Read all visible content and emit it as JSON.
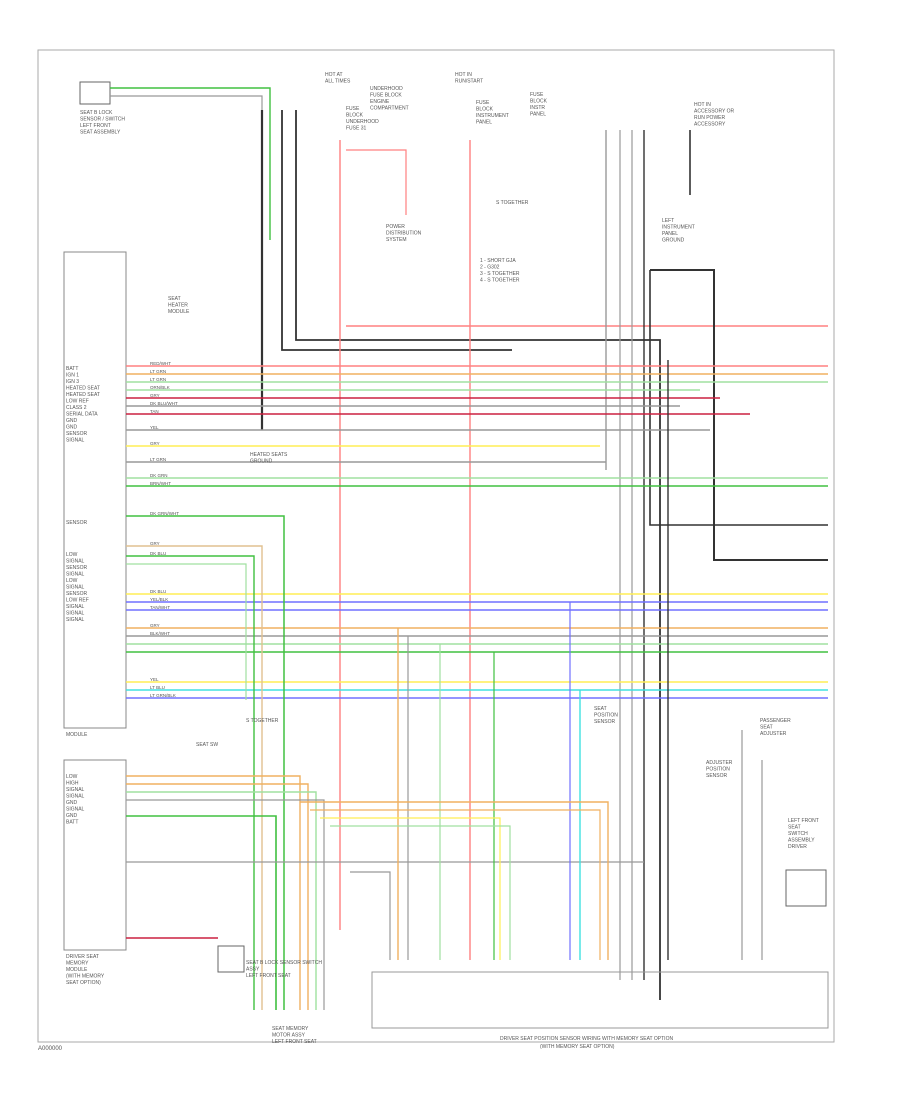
{
  "page_code": "A000000",
  "labels": {
    "sensor_top_left": [
      "SEAT B LOCK",
      "SENSOR / SWITCH",
      "LEFT FRONT",
      "SEAT ASSEMBLY"
    ],
    "fuse_block_a": [
      "HOT AT",
      "ALL TIMES"
    ],
    "fuse_block_a_desc": [
      "FUSE",
      "BLOCK",
      "UNDERHOOD",
      "FUSE 31"
    ],
    "fuse_block_a_side": [
      "UNDERHOOD",
      "FUSE BLOCK",
      "ENGINE",
      "COMPARTMENT"
    ],
    "fuse_block_b": [
      "HOT IN",
      "RUN/START"
    ],
    "fuse_block_b_desc": [
      "FUSE",
      "BLOCK",
      "INSTRUMENT",
      "PANEL"
    ],
    "fuse_block_b_side": [
      "FUSE",
      "BLOCK",
      "INSTR",
      "PANEL"
    ],
    "splice_ref": "S TOGETHER",
    "fuse_right": [
      "HOT IN",
      "ACCESSORY OR",
      "RUN POWER",
      "ACCESSORY"
    ],
    "power_mode": [
      "POWER",
      "DISTRIBUTION",
      "SYSTEM"
    ],
    "ground_list": [
      "1 - SHORT GJA",
      "2 - G302",
      "3 - S TOGETHER",
      "4 - S TOGETHER"
    ],
    "ground_right": [
      "LEFT",
      "INSTRUMENT",
      "PANEL",
      "GROUND"
    ],
    "connector_box_left": [
      "SEAT",
      "HEATER",
      "MODULE"
    ],
    "module_left_pins": [
      "BATT",
      "IGN 1",
      "IGN 3",
      "HEATED SEAT",
      "HEATED SEAT",
      "LOW REF",
      "CLASS 2",
      "SERIAL DATA",
      "GND",
      "GND",
      "SENSOR",
      "SIGNAL"
    ],
    "module_left_mid": [
      "SENSOR"
    ],
    "module_left_low": [
      "LOW",
      "SIGNAL",
      "SENSOR",
      "SIGNAL",
      "LOW",
      "SIGNAL",
      "SENSOR",
      "LOW REF",
      "SIGNAL",
      "SIGNAL",
      "SIGNAL"
    ],
    "module_left_name": "MODULE",
    "module_bottom_pins": [
      "LOW",
      "HIGH",
      "SIGNAL",
      "SIGNAL",
      "GND",
      "SIGNAL",
      "GND",
      "BATT"
    ],
    "module_bottom_name": [
      "DRIVER SEAT",
      "MEMORY",
      "MODULE",
      "(WITH MEMORY",
      "SEAT OPTION)"
    ],
    "connector_ref": "SEAT SW",
    "splice_mid": "S TOGETHER",
    "heater_ground": [
      "HEATED SEATS",
      "GROUND"
    ],
    "switch_bottom": [
      "SEAT B LOCK SENSOR SWITCH",
      "ASSY",
      "LEFT FRONT SEAT"
    ],
    "motor_assembly": [
      "SEAT MEMORY",
      "MOTOR ASSY",
      "LEFT FRONT SEAT"
    ],
    "bottom_connector_title": "DRIVER SEAT POSITION SENSOR WIRING WITH MEMORY SEAT OPTION",
    "bottom_connector_subtitle": "(WITH MEMORY SEAT OPTION)",
    "right_switch": [
      "LEFT FRONT",
      "SEAT",
      "SWITCH",
      "ASSEMBLY",
      "DRIVER"
    ],
    "right_sensors": [
      "ADJUSTER",
      "POSITION",
      "SENSOR"
    ],
    "hot_right": [
      "PASSENGER",
      "SEAT",
      "ADJUSTER"
    ],
    "wire_splice": [
      "SEAT",
      "POSITION",
      "SENSOR"
    ]
  },
  "wire_colors": {
    "red": "#ff8080",
    "dark_red": "#cc2040",
    "green": "#40c040",
    "light_green": "#a0e0a0",
    "yellow": "#ffee55",
    "orange": "#f0b060",
    "blue": "#7070ff",
    "cyan": "#40e0e0",
    "gray": "#999999",
    "black": "#333333",
    "tan": "#e0c090",
    "brown": "#a08060"
  },
  "wire_codes": [
    "RED/WHT",
    "LT GRN",
    "LT GRN",
    "ORN/BLK",
    "GRY",
    "DK BLU/WHT",
    "TAN",
    "YEL",
    "GRY",
    "LT GRN",
    "DK GRN",
    "BRN/WHT",
    "DK GRN/WHT",
    "GRY",
    "DK BLU",
    "DK BLU",
    "YEL/BLK",
    "TAN/WHT",
    "GRY",
    "BLK/WHT",
    "YEL",
    "LT BLU",
    "LT GRN/BLK"
  ]
}
